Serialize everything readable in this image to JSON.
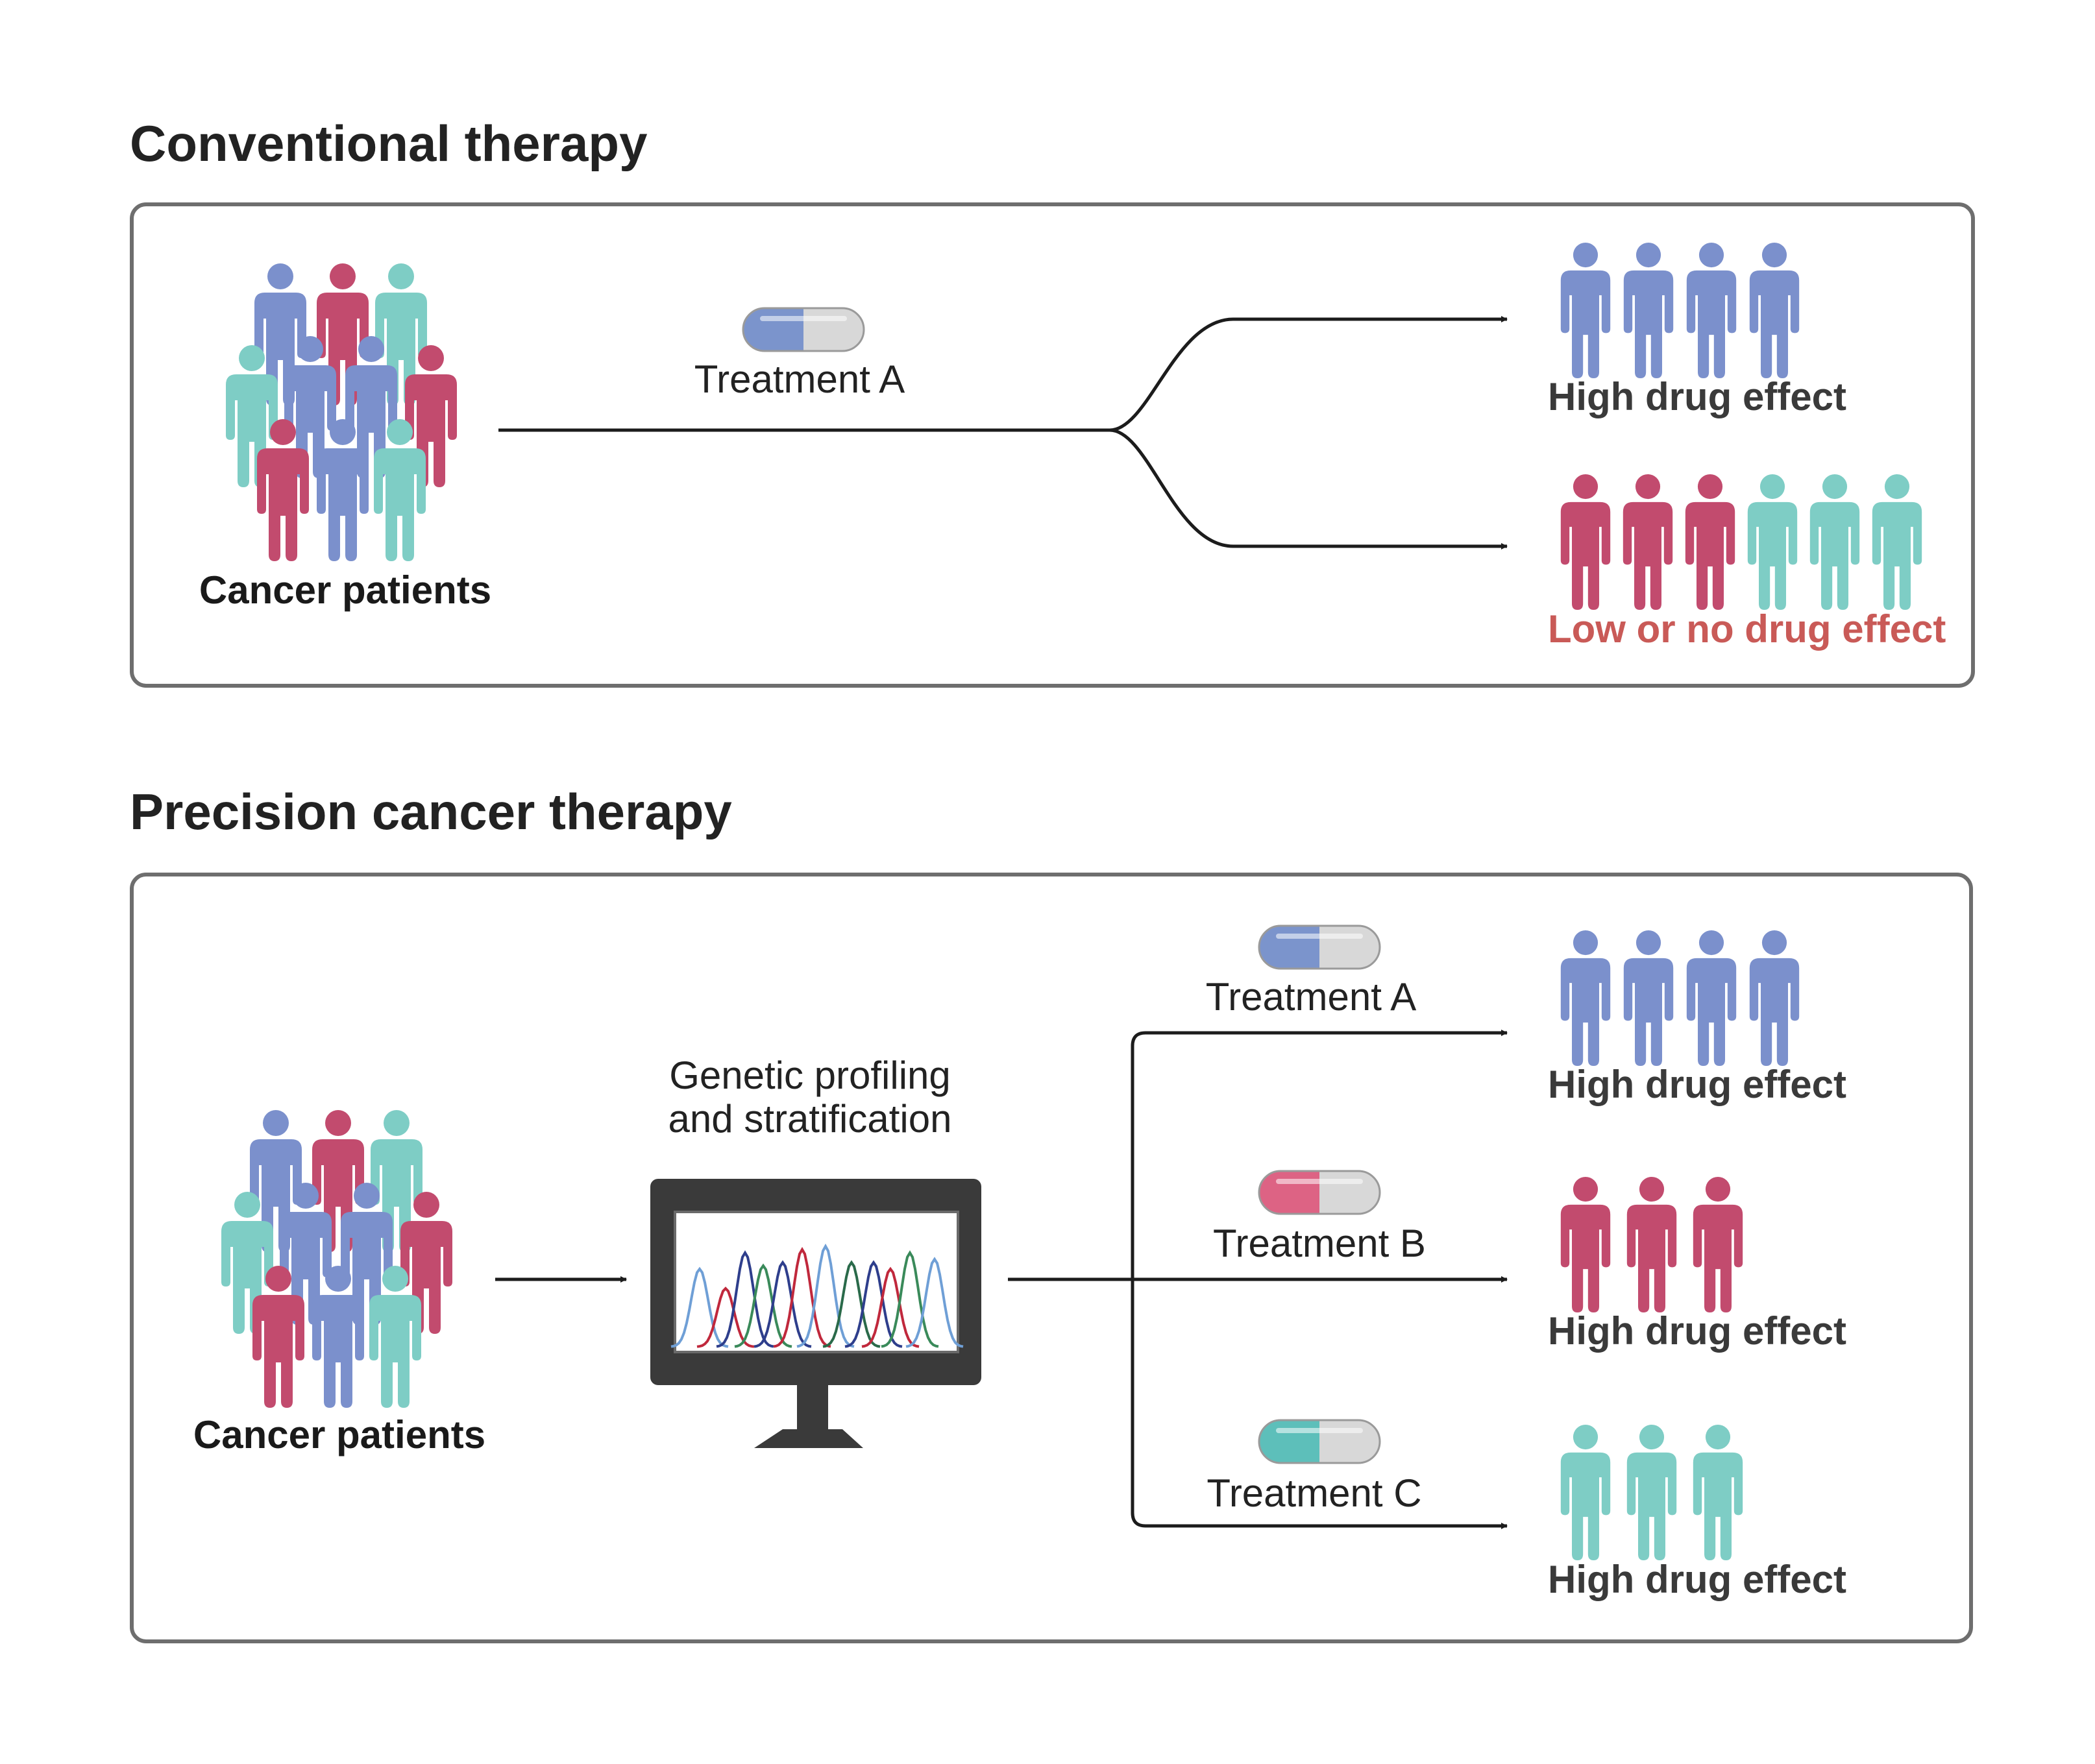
{
  "colors": {
    "blue": "#7b90cc",
    "pink": "#c24b6e",
    "teal": "#7ecdc5",
    "text_dark": "#222222",
    "effect_high": "#3a3a3a",
    "effect_low": "#c95a57",
    "pill_gray": "#d8d8d8",
    "pill_a": "#7b94cc",
    "pill_b": "#dd6384",
    "pill_c": "#5dbfba"
  },
  "icons": {
    "person": "person-icon",
    "pill": "capsule-pill-icon",
    "monitor": "computer-monitor-icon",
    "chromatogram": "sequencing-chromatogram-icon",
    "arrow": "arrow-head-icon"
  },
  "conventional": {
    "title": "Conventional therapy",
    "patients_label": "Cancer patients",
    "treatment_label": "Treatment A",
    "outcomes": [
      {
        "label": "High drug effect",
        "figures": [
          "blue",
          "blue",
          "blue",
          "blue"
        ],
        "tone": "high"
      },
      {
        "label": "Low or no drug effect",
        "figures": [
          "pink",
          "pink",
          "pink",
          "teal",
          "teal",
          "teal"
        ],
        "tone": "low"
      }
    ]
  },
  "precision": {
    "title": "Precision cancer therapy",
    "patients_label": "Cancer patients",
    "profiling_label_line1": "Genetic profiling",
    "profiling_label_line2": "and stratification",
    "branches": [
      {
        "treatment": "Treatment A",
        "pill": "a",
        "effect": "High drug effect",
        "figures": [
          "blue",
          "blue",
          "blue",
          "blue"
        ]
      },
      {
        "treatment": "Treatment B",
        "pill": "b",
        "effect": "High drug effect",
        "figures": [
          "pink",
          "pink",
          "pink"
        ]
      },
      {
        "treatment": "Treatment C",
        "pill": "c",
        "effect": "High drug effect",
        "figures": [
          "teal",
          "teal",
          "teal"
        ]
      }
    ]
  }
}
